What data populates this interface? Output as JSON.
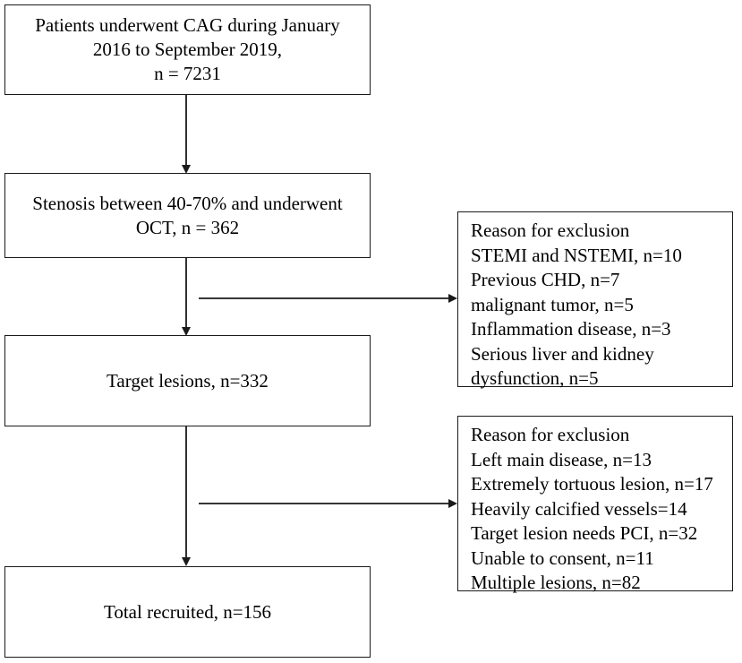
{
  "flowchart": {
    "screening_box": {
      "lines": [
        "Patients underwent CAG during January",
        "2016 to September 2019,",
        "n = 7231"
      ]
    },
    "stenosis_box": {
      "lines": [
        "Stenosis between 40-70% and underwent",
        "OCT, n = 362"
      ]
    },
    "target_box": {
      "lines": [
        "Target lesions, n=332"
      ]
    },
    "recruited_box": {
      "lines": [
        "Total recruited, n=156"
      ]
    },
    "exclusion_box_1": {
      "lines": [
        "Reason for exclusion",
        "STEMI and NSTEMI, n=10",
        "Previous CHD, n=7",
        "malignant tumor, n=5",
        "Inflammation disease, n=3",
        "Serious liver and kidney",
        "dysfunction, n=5"
      ]
    },
    "exclusion_box_2": {
      "lines": [
        "Reason for exclusion",
        "Left main disease, n=13",
        "Extremely tortuous lesion, n=17",
        "Heavily calcified vessels=14",
        "Target lesion needs PCI, n=32",
        "Unable to consent, n=11",
        "Multiple lesions, n=82"
      ]
    }
  }
}
